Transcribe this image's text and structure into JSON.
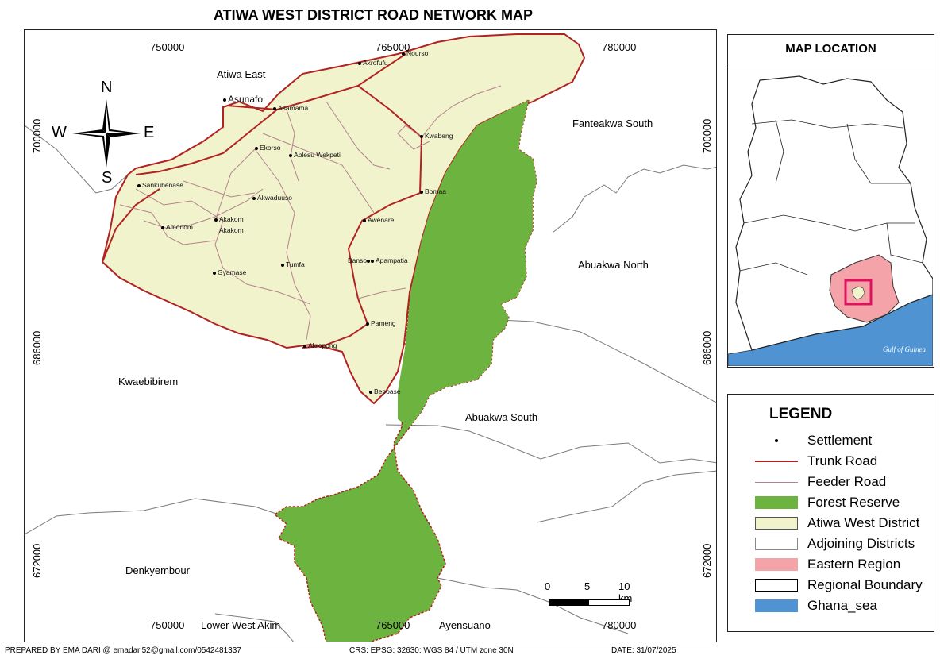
{
  "title": "ATIWA WEST DISTRICT ROAD NETWORK MAP",
  "grid_labels": {
    "top": [
      "750000",
      "765000",
      "780000"
    ],
    "bottom": [
      "750000",
      "765000",
      "780000"
    ],
    "left": [
      "700000",
      "686000",
      "672000"
    ],
    "right": [
      "700000",
      "686000",
      "672000"
    ]
  },
  "north_arrow": {
    "n": "N",
    "s": "S",
    "e": "E",
    "w": "W"
  },
  "districts": {
    "atiwa_east": "Atiwa East",
    "fanteakwa_south": "Fanteakwa South",
    "abuakwa_north": "Abuakwa North",
    "kwaebibirem": "Kwaebibirem",
    "abuakwa_south": "Abuakwa South",
    "denkyembour": "Denkyembour",
    "lower_west_akim": "Lower West Akim",
    "ayensuano": "Ayensuano"
  },
  "settlements": [
    "Asunafo",
    "Akrofufu",
    "Nourso",
    "Asamama",
    "Kwabeng",
    "Ekorso",
    "Ablesu Wekpeti",
    "Sankubenase",
    "Bomaa",
    "Akwaduuso",
    "Akakom",
    "Akakom",
    "Amonom",
    "Awenare",
    "Banso",
    "Apampatia",
    "Tumfa",
    "Gyamase",
    "Pameng",
    "Akropong",
    "Bepoase"
  ],
  "scalebar": {
    "labels": [
      "0",
      "5",
      "10 km"
    ]
  },
  "location_map": {
    "title": "MAP LOCATION",
    "sea_label": "Gulf of Guinea"
  },
  "legend": {
    "title": "LEGEND",
    "items": [
      {
        "label": "Settlement",
        "symbol": "dot"
      },
      {
        "label": "Trunk Road",
        "symbol": "line",
        "color": "#b22222"
      },
      {
        "label": "Feeder Road",
        "symbol": "line",
        "color": "#b5828c"
      },
      {
        "label": "Forest Reserve",
        "symbol": "fill",
        "color": "#6db33f"
      },
      {
        "label": "Atiwa West District",
        "symbol": "fill",
        "color": "#f1f3cc"
      },
      {
        "label": "Adjoining Districts",
        "symbol": "fill",
        "color": "#ffffff"
      },
      {
        "label": "Eastern Region",
        "symbol": "fill",
        "color": "#f4a3a8"
      },
      {
        "label": "Regional Boundary",
        "symbol": "fill",
        "color": "#ffffff"
      },
      {
        "label": "Ghana_sea",
        "symbol": "fill",
        "color": "#4f93d2"
      }
    ]
  },
  "footer": {
    "prepared": "PREPARED BY EMA DARI @ emadari52@gmail.com/0542481337",
    "crs": "CRS: EPSG: 32630: WGS 84 / UTM zone 30N",
    "date": "DATE: 31/07/2025"
  },
  "colors": {
    "district_fill": "#f1f3cc",
    "forest_fill": "#6db33f",
    "trunk_road": "#b22222",
    "feeder_road": "#b5828c",
    "eastern_region": "#f4a3a8",
    "sea": "#4f93d2"
  }
}
